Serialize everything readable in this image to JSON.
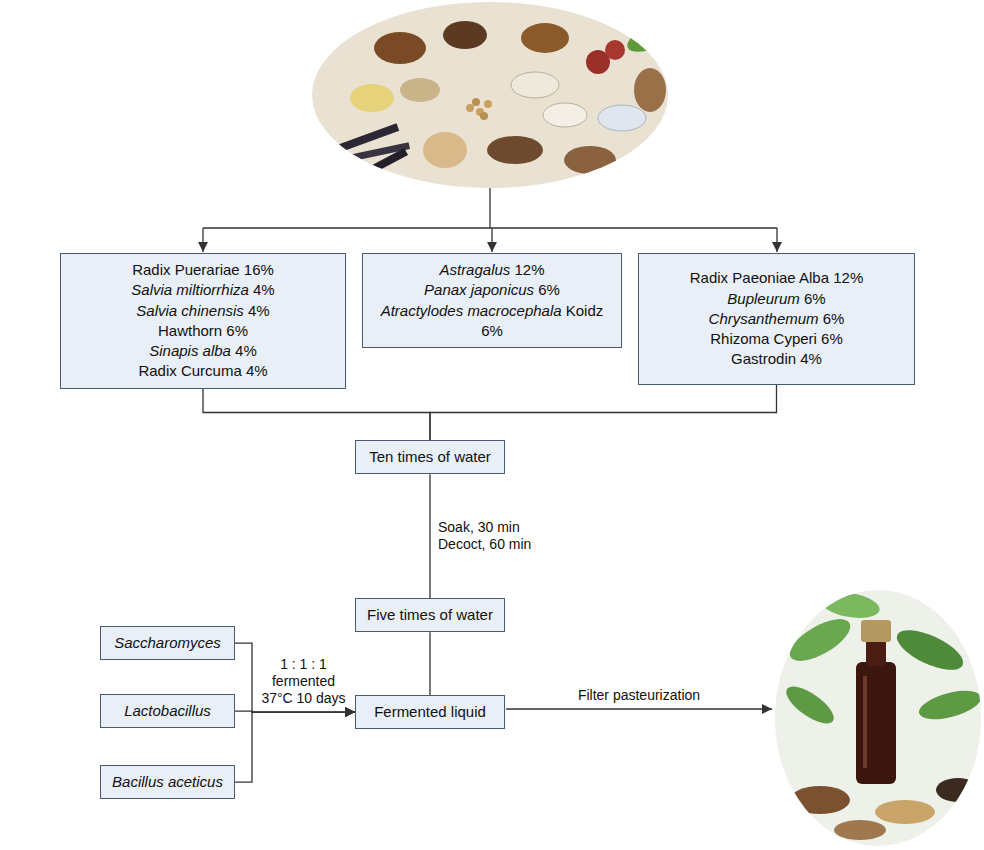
{
  "diagram": {
    "nodes": [
      {
        "text": [
          "Radix Puerariae 16%",
          "Salvia miltiorrhiza 4%",
          "Salvia chinensis 4%",
          "Hawthorn 6%",
          "Sinapis alba 4%",
          "Radix Curcuma 4%"
        ]
      },
      {
        "text": [
          "Astragalus 12%",
          "Panax japonicus 6%",
          "Atractylodes macrocephala Koidz 6%"
        ]
      },
      {
        "text": [
          "Radix Paeoniae Alba 12%",
          "Bupleurum 6%",
          "Chrysanthemum 6%",
          "Rhizoma Cyperi 6%",
          "Gastrodin 4%"
        ]
      },
      {
        "text": [
          "Ten times of water"
        ]
      },
      {
        "text": [
          "Five times of water"
        ]
      },
      {
        "text": [
          "Saccharomyces"
        ]
      },
      {
        "text": [
          "Lactobacillus"
        ]
      },
      {
        "text": [
          "Bacillus aceticus"
        ]
      },
      {
        "text": [
          "Fermented liquid"
        ]
      }
    ],
    "edges": [
      {
        "from": 0,
        "to": 3,
        "arrow": "none"
      },
      {
        "from": 2,
        "to": 3,
        "arrow": "none"
      },
      {
        "from": 3,
        "to": 4,
        "label": "Soak, 30 min Decoct, 60 min",
        "arrow": "none"
      },
      {
        "from": 4,
        "to": 8,
        "arrow": "none"
      },
      {
        "from": 5,
        "to": 8,
        "arrow": "to"
      },
      {
        "from": 6,
        "to": 8,
        "label": "1 : 1 : 1 fermented 37°C 10 days",
        "arrow": "to"
      },
      {
        "from": 7,
        "to": 8,
        "arrow": "to"
      }
    ],
    "labels": [
      "Filter pasteurization"
    ]
  }
}
